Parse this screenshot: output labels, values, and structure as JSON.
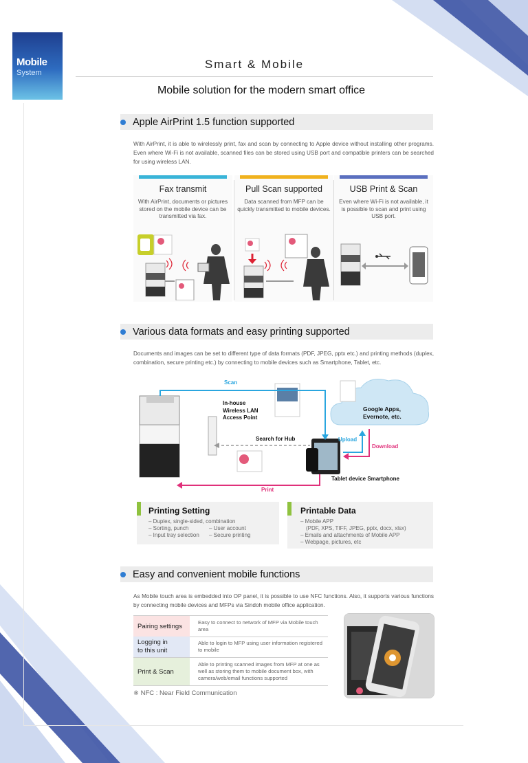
{
  "badge": {
    "line1": "Mobile",
    "line2": "System"
  },
  "header": {
    "title": "Smart & Mobile",
    "subtitle": "Mobile solution for the modern smart office"
  },
  "sections": [
    {
      "title": "Apple AirPrint 1.5 function supported",
      "paragraph": "With AirPrint, it is able to wirelessly print, fax and scan by connecting to Apple device without installing other programs. Even where Wi-Fi is not available, scanned files can be stored using USB port and compatible printers can be searched for using wireless LAN."
    },
    {
      "title": "Various data formats and easy printing supported",
      "paragraph": "Documents and images can be set to different type of data formats (PDF, JPEG, pptx etc.) and printing methods (duplex, combination, secure printing etc.) by connecting to mobile devices such as Smartphone, Tablet, etc."
    },
    {
      "title": "Easy and convenient mobile functions",
      "paragraph": "As Mobile touch area is embedded into OP panel, it is possible to use NFC functions. Also, it supports various functions by connecting mobile devices and MFPs via Sindoh mobile office application."
    }
  ],
  "panels": [
    {
      "title": "Fax transmit",
      "desc": "With AirPrint, documents or pictures stored on the mobile device can be transmitted via fax."
    },
    {
      "title": "Pull Scan supported",
      "desc": "Data scanned from MFP can be quickly transmitted to mobile devices."
    },
    {
      "title": "USB Print & Scan",
      "desc": "Even where Wi-Fi is not available, it is possible to scan and print using USB port."
    }
  ],
  "diagram": {
    "scan": "Scan",
    "access_point": "In-house\nWireless LAN\nAccess Point",
    "cloud": "Google Apps,\nEvernote, etc.",
    "search": "Search for Hub",
    "upload": "Upload",
    "download": "Download",
    "devices": "Tablet device Smartphone",
    "print": "Print"
  },
  "printing_setting": {
    "title": "Printing Setting",
    "items": [
      "– Duplex, single-sided, combination",
      "– Sorting, punch",
      "– User account",
      "– Input tray selection",
      "– Secure printing"
    ]
  },
  "printable_data": {
    "title": "Printable Data",
    "items": [
      "– Mobile APP",
      "(PDF, XPS, TIFF, JPEG, pptx, docx, xlsx)",
      "– Emails and attachments of Mobile APP",
      "– Webpage, pictures, etc"
    ]
  },
  "functions": [
    {
      "label": "Pairing settings",
      "desc": "Easy to connect to network of MFP via Mobile touch area"
    },
    {
      "label": "Logging in\nto this unit",
      "desc": "Able to login to MFP using user information registered to mobile"
    },
    {
      "label": "Print & Scan",
      "desc": "Able to printing scanned images from MFP at one as well as storing them to mobile document box, with camera/web/email functions supported"
    }
  ],
  "nfc_note": "※ NFC : Near Field Communication",
  "colors": {
    "blue": "#2f7dd3",
    "scan_line": "#2aa6df",
    "print_line": "#e0307a",
    "fax_bar": "#39b4d8",
    "pull_bar": "#f0b21e",
    "usb_bar": "#5a6fbf",
    "green": "#8fc23f",
    "row1": "#fbe3e3",
    "row2": "#e2e8f5",
    "row3": "#e6f0dc"
  }
}
